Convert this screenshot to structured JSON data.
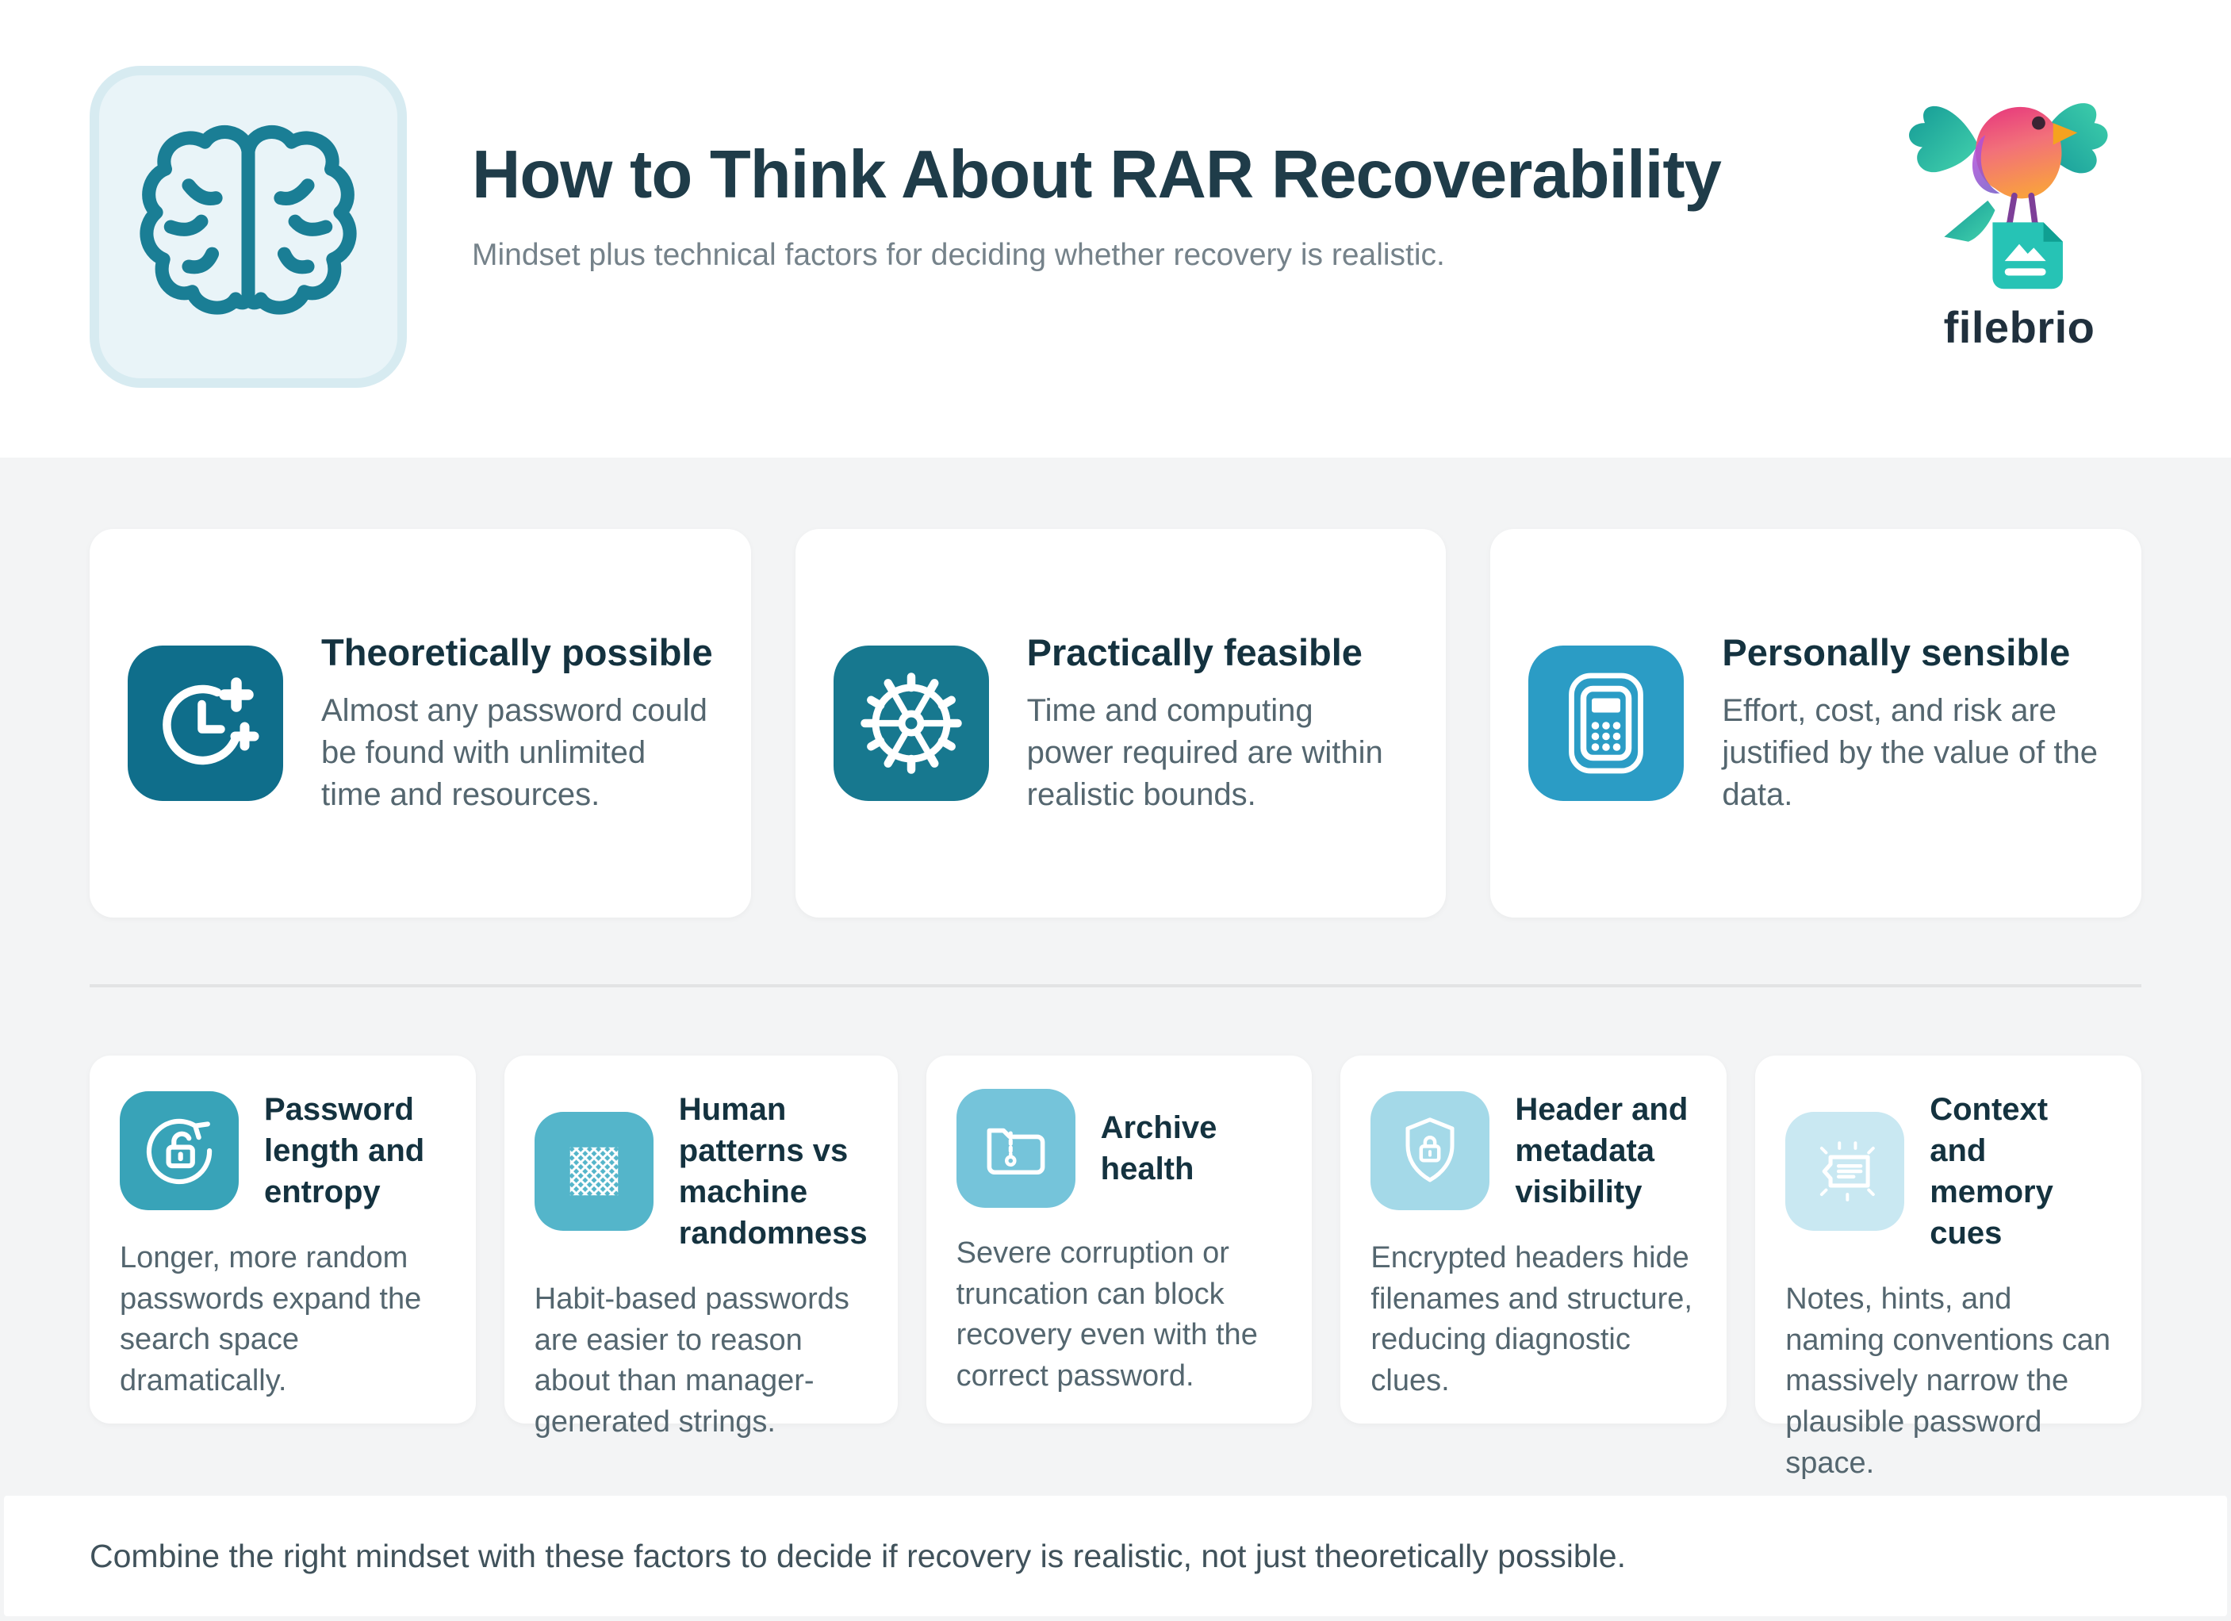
{
  "header": {
    "title": "How to Think About RAR Recoverability",
    "subtitle": "Mindset plus technical factors for deciding whether recovery is realistic.",
    "brand": "filebrio",
    "brain_icon": "brain-icon",
    "logo_icon": "bird-on-file-logo-icon"
  },
  "mindset_cards": [
    {
      "title": "Theoretically possible",
      "body": "Almost any password could be found with unlimited time and resources.",
      "icon": "clock-plus-icon",
      "icon_bg": "#0f6e8b"
    },
    {
      "title": "Practically feasible",
      "body": "Time and computing power required are within realistic bounds.",
      "icon": "gear-icon",
      "icon_bg": "#17788f"
    },
    {
      "title": "Personally sensible",
      "body": "Effort, cost, and risk are justified by the value of the data.",
      "icon": "calculator-icon",
      "icon_bg": "#2b9cc5"
    }
  ],
  "factor_cards": [
    {
      "title": "Password length and entropy",
      "body": "Longer, more random passwords expand the search space dramatically.",
      "icon": "unlock-rotate-icon",
      "icon_bg": "#38a3b8"
    },
    {
      "title": "Human patterns vs machine randomness",
      "body": "Habit-based passwords are easier to reason about than manager-generated strings.",
      "icon": "pattern-grid-icon",
      "icon_bg": "#54b5ca"
    },
    {
      "title": "Archive health",
      "body": "Severe corruption or truncation can block recovery even with the correct password.",
      "icon": "zip-folder-icon",
      "icon_bg": "#75c4da"
    },
    {
      "title": "Header and metadata visibility",
      "body": "Encrypted headers hide filenames and structure, reducing diagnostic clues.",
      "icon": "shield-lock-icon",
      "icon_bg": "#a4d9e8"
    },
    {
      "title": "Context and memory cues",
      "body": "Notes, hints, and naming conventions can massively narrow the plausible password space.",
      "icon": "memo-hint-icon",
      "icon_bg": "#c9e8f2"
    }
  ],
  "footer": {
    "note": "Combine the right mindset with these factors to decide if recovery is realistic, not just theoretically possible."
  },
  "colors": {
    "header_bg": "#ffffff",
    "band_bg": "#f3f4f5",
    "card_bg": "#ffffff",
    "title_dark": "#1f3c49",
    "subtitle_gray": "#75828a",
    "body_gray": "#54666f",
    "brain_stroke": "#1a7e95",
    "brain_box_bg": "#e9f4f8",
    "divider": "#e2e3e4"
  }
}
